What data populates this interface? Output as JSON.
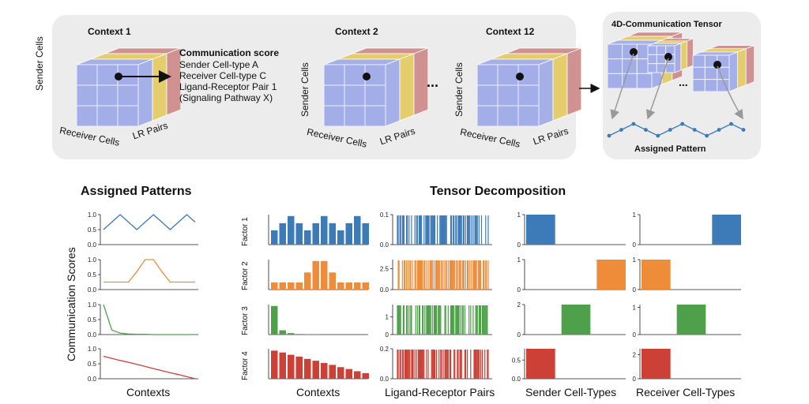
{
  "top": {
    "context_1": "Context 1",
    "context_2": "Context 2",
    "context_12": "Context 12",
    "ellipsis": "...",
    "score_title": "Communication score",
    "score_lines": [
      "Sender Cell-type A",
      "Receiver Cell-type C",
      "Ligand-Receptor Pair 1",
      "(Signaling Pathway X)"
    ],
    "axis_sender": "Sender Cells",
    "axis_receiver": "Receiver Cells",
    "axis_lr": "LR Pairs",
    "tensor_title": "4D-Communication Tensor",
    "tensor_ellipsis": "...",
    "assigned_pattern": "Assigned Pattern"
  },
  "bottom": {
    "assigned_patterns_title": "Assigned Patterns",
    "tensor_decomp_title": "Tensor Decomposition",
    "ylabel": "Communication Scores",
    "col_labels": [
      "Contexts",
      "Contexts",
      "Ligand-Receptor Pairs",
      "Sender Cell-Types",
      "Receiver Cell-Types"
    ],
    "factor_labels": [
      "Factor 1",
      "Factor 2",
      "Factor 3",
      "Factor 4"
    ]
  },
  "colors": [
    "#3d7ab8",
    "#ef8c3a",
    "#4fa04a",
    "#cc4036"
  ],
  "chart_data": [
    {
      "type": "line",
      "panel": "Assigned Patterns 1",
      "series_color": "#3d7ab8",
      "values": [
        0.5,
        0.75,
        1.0,
        0.75,
        0.5,
        0.75,
        1.0,
        0.75,
        0.5,
        0.75,
        1.0,
        0.75
      ],
      "yticks": [
        "0.0",
        "0.5",
        "1.0"
      ],
      "ylim": [
        0,
        1
      ]
    },
    {
      "type": "line",
      "panel": "Assigned Patterns 2",
      "series_color": "#ef8c3a",
      "values": [
        0.25,
        0.25,
        0.25,
        0.25,
        0.6,
        1.0,
        1.0,
        0.6,
        0.25,
        0.25,
        0.25,
        0.25
      ],
      "yticks": [
        "0.0",
        "0.5",
        "1.0"
      ],
      "ylim": [
        0,
        1
      ]
    },
    {
      "type": "line",
      "panel": "Assigned Patterns 3",
      "series_color": "#4fa04a",
      "values": [
        1.0,
        0.15,
        0.05,
        0.02,
        0.01,
        0.01,
        0.0,
        0.0,
        0.0,
        0.0,
        0.0,
        0.0
      ],
      "yticks": [
        "0.0",
        "0.5",
        "1.0"
      ],
      "ylim": [
        0,
        1
      ]
    },
    {
      "type": "line",
      "panel": "Assigned Patterns 4",
      "series_color": "#cc4036",
      "values": [
        0.75,
        0.68,
        0.61,
        0.55,
        0.48,
        0.41,
        0.34,
        0.27,
        0.2,
        0.14,
        0.07,
        0.0
      ],
      "yticks": [
        "0.0",
        "0.5",
        "1.0"
      ],
      "ylim": [
        0,
        1
      ]
    },
    {
      "type": "bar",
      "panel": "Factor 1 Contexts",
      "values": [
        0.5,
        0.75,
        1.0,
        0.75,
        0.5,
        0.75,
        1.0,
        0.75,
        0.5,
        0.75,
        1.0,
        0.75
      ],
      "ylim": [
        0,
        1.05
      ],
      "yticks": [],
      "series_color": "#3d7ab8"
    },
    {
      "type": "bar",
      "panel": "Factor 2 Contexts",
      "values": [
        0.25,
        0.25,
        0.25,
        0.25,
        0.6,
        1.0,
        1.0,
        0.6,
        0.25,
        0.25,
        0.25,
        0.25
      ],
      "ylim": [
        0,
        1.05
      ],
      "yticks": [],
      "series_color": "#ef8c3a"
    },
    {
      "type": "bar",
      "panel": "Factor 3 Contexts",
      "values": [
        1.0,
        0.15,
        0.05,
        0.02,
        0.01,
        0.01,
        0.0,
        0.0,
        0.0,
        0.0,
        0.0,
        0.0
      ],
      "ylim": [
        0,
        1.05
      ],
      "yticks": [],
      "series_color": "#4fa04a"
    },
    {
      "type": "bar",
      "panel": "Factor 4 Contexts",
      "values": [
        0.75,
        0.7,
        0.64,
        0.59,
        0.53,
        0.48,
        0.42,
        0.37,
        0.31,
        0.26,
        0.2,
        0.15
      ],
      "ylim": [
        0,
        0.8
      ],
      "yticks": [],
      "series_color": "#cc4036"
    },
    {
      "type": "bar",
      "panel": "Factor 1 Ligand-Receptor Pairs",
      "yticks": [
        "0.0",
        "0.1"
      ],
      "ylim": [
        0,
        0.1
      ],
      "series_color": "#3d7ab8"
    },
    {
      "type": "bar",
      "panel": "Factor 2 Ligand-Receptor Pairs",
      "yticks": [
        "0.0",
        "2.5"
      ],
      "ylim": [
        0,
        3.6
      ],
      "series_color": "#ef8c3a"
    },
    {
      "type": "bar",
      "panel": "Factor 3 Ligand-Receptor Pairs",
      "yticks": [
        "0",
        "1"
      ],
      "ylim": [
        0,
        1.7
      ],
      "series_color": "#4fa04a"
    },
    {
      "type": "bar",
      "panel": "Factor 4 Ligand-Receptor Pairs",
      "yticks": [
        "0.0",
        "0.2"
      ],
      "ylim": [
        0,
        0.2
      ],
      "series_color": "#cc4036"
    },
    {
      "type": "bar",
      "panel": "Factor 1 Sender Cell-Types",
      "values": [
        1,
        0,
        0
      ],
      "yticks": [
        "0",
        "1"
      ],
      "ylim": [
        0,
        1
      ],
      "series_color": "#3d7ab8"
    },
    {
      "type": "bar",
      "panel": "Factor 2 Sender Cell-Types",
      "values": [
        0,
        0,
        1
      ],
      "yticks": [
        "0",
        "1"
      ],
      "ylim": [
        0,
        1
      ],
      "series_color": "#ef8c3a"
    },
    {
      "type": "bar",
      "panel": "Factor 3 Sender Cell-Types",
      "values": [
        0,
        2,
        0
      ],
      "yticks": [
        "0",
        "2"
      ],
      "ylim": [
        0,
        2
      ],
      "series_color": "#4fa04a"
    },
    {
      "type": "bar",
      "panel": "Factor 4 Sender Cell-Types",
      "values": [
        0.8,
        0,
        0
      ],
      "yticks": [
        "0.0",
        "0.5"
      ],
      "ylim": [
        0,
        0.8
      ],
      "series_color": "#cc4036"
    },
    {
      "type": "bar",
      "panel": "Factor 1 Receiver Cell-Types",
      "values": [
        0,
        0,
        1
      ],
      "yticks": [
        "0",
        "1"
      ],
      "ylim": [
        0,
        1
      ],
      "series_color": "#3d7ab8"
    },
    {
      "type": "bar",
      "panel": "Factor 2 Receiver Cell-Types",
      "values": [
        1,
        0,
        0
      ],
      "yticks": [
        "0",
        "1"
      ],
      "ylim": [
        0,
        1
      ],
      "series_color": "#ef8c3a"
    },
    {
      "type": "bar",
      "panel": "Factor 3 Receiver Cell-Types",
      "values": [
        0,
        1.1,
        0
      ],
      "yticks": [
        "0",
        "1"
      ],
      "ylim": [
        0,
        1.1
      ],
      "series_color": "#4fa04a"
    },
    {
      "type": "bar",
      "panel": "Factor 4 Receiver Cell-Types",
      "values": [
        2.5,
        0,
        0
      ],
      "yticks": [
        "0",
        "2"
      ],
      "ylim": [
        0,
        2.5
      ],
      "series_color": "#cc4036"
    }
  ]
}
